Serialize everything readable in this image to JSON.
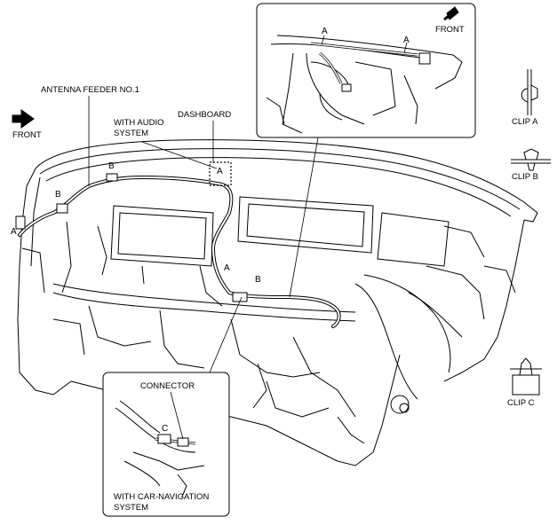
{
  "labels": {
    "antenna_feeder": "ANTENNA FEEDER NO.1",
    "front_left": "FRONT",
    "front_inset": "FRONT",
    "with_audio_line1": "WITH AUDIO",
    "with_audio_line2": "SYSTEM",
    "dashboard": "DASHBOARD",
    "connector": "CONNECTOR",
    "with_nav_line1": "WITH CAR-NAVIGATION",
    "with_nav_line2": "SYSTEM"
  },
  "clips": {
    "a": "CLIP A",
    "b": "CLIP B",
    "c": "CLIP C"
  },
  "callouts": {
    "a": "A",
    "b": "B",
    "c": "C"
  },
  "colors": {
    "line": "#000000",
    "background": "#ffffff"
  }
}
